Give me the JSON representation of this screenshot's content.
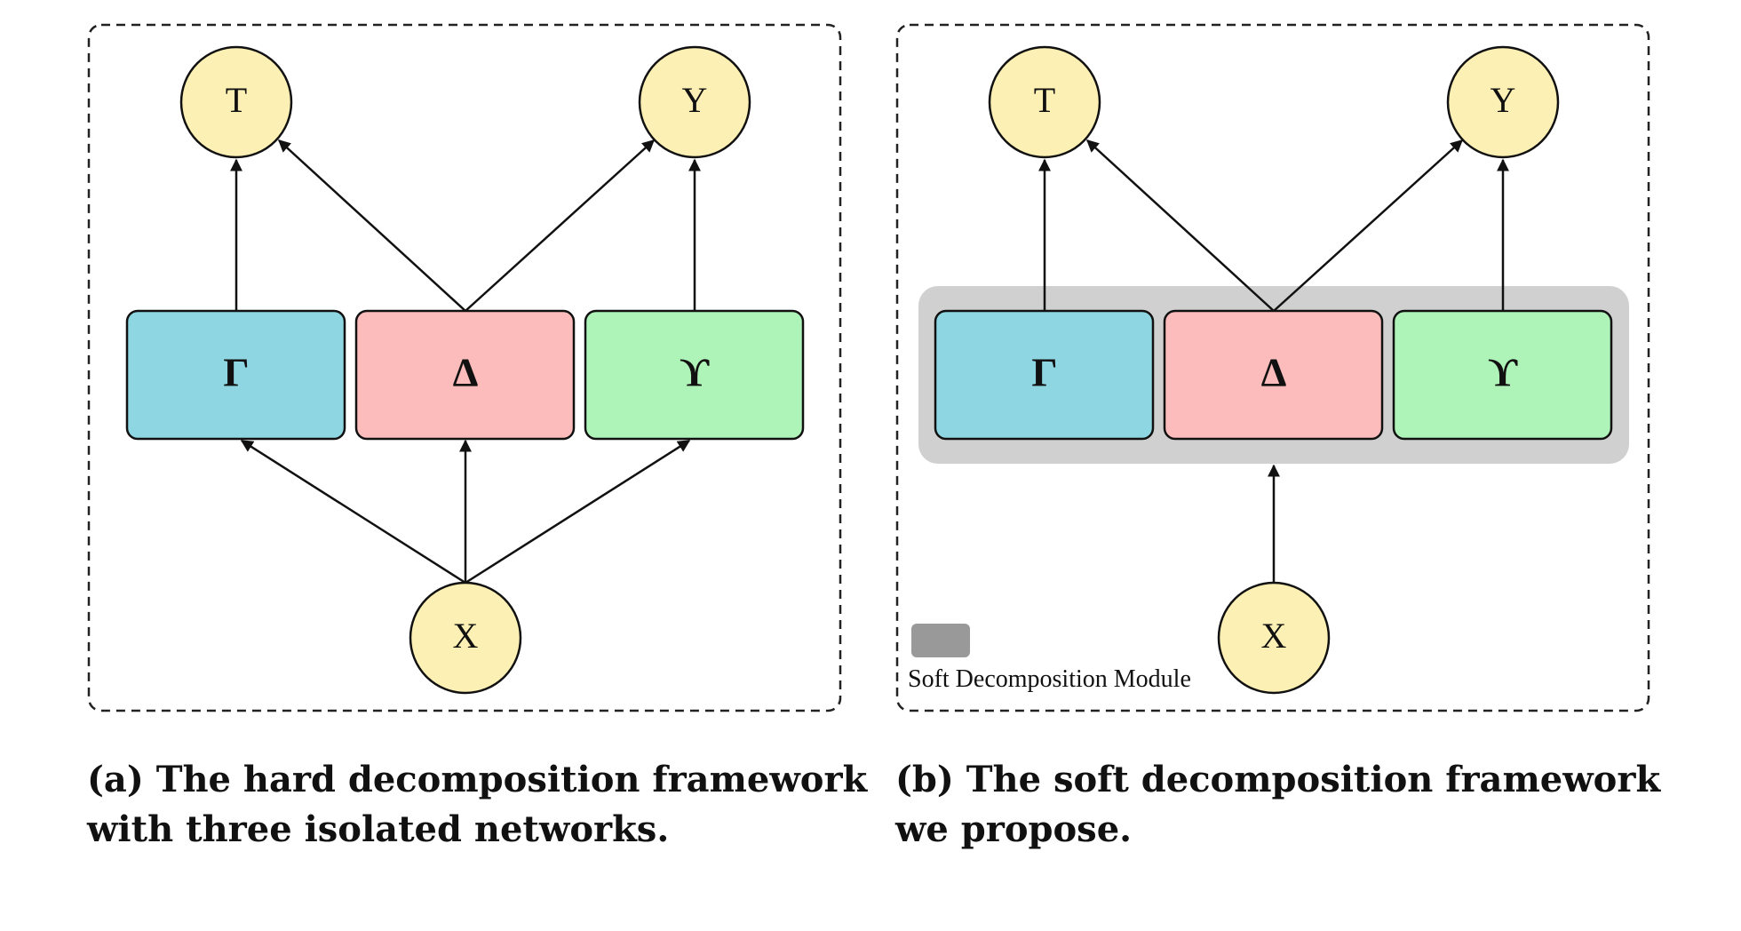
{
  "panels": [
    {
      "id": "a",
      "nodes": {
        "t": "T",
        "y": "Y",
        "x": "X"
      },
      "boxes": {
        "gamma": "Γ",
        "delta": "Δ",
        "upsilon": "ϒ"
      },
      "caption_line1": "(a) The hard decomposition framework",
      "caption_line2": "with three isolated networks."
    },
    {
      "id": "b",
      "nodes": {
        "t": "T",
        "y": "Y",
        "x": "X"
      },
      "boxes": {
        "gamma": "Γ",
        "delta": "Δ",
        "upsilon": "ϒ"
      },
      "legend_label": "Soft Decomposition Module",
      "caption_line1": "(b) The soft decomposition framework",
      "caption_line2": "we propose."
    }
  ],
  "colors": {
    "node_fill": "#fdf0b4",
    "gamma_fill": "#8ed6e2",
    "delta_fill": "#fcbcbb",
    "upsilon_fill": "#aef3b8",
    "module_fill": "#d0d0d0",
    "legend_swatch": "#999999",
    "stroke": "#111111"
  }
}
